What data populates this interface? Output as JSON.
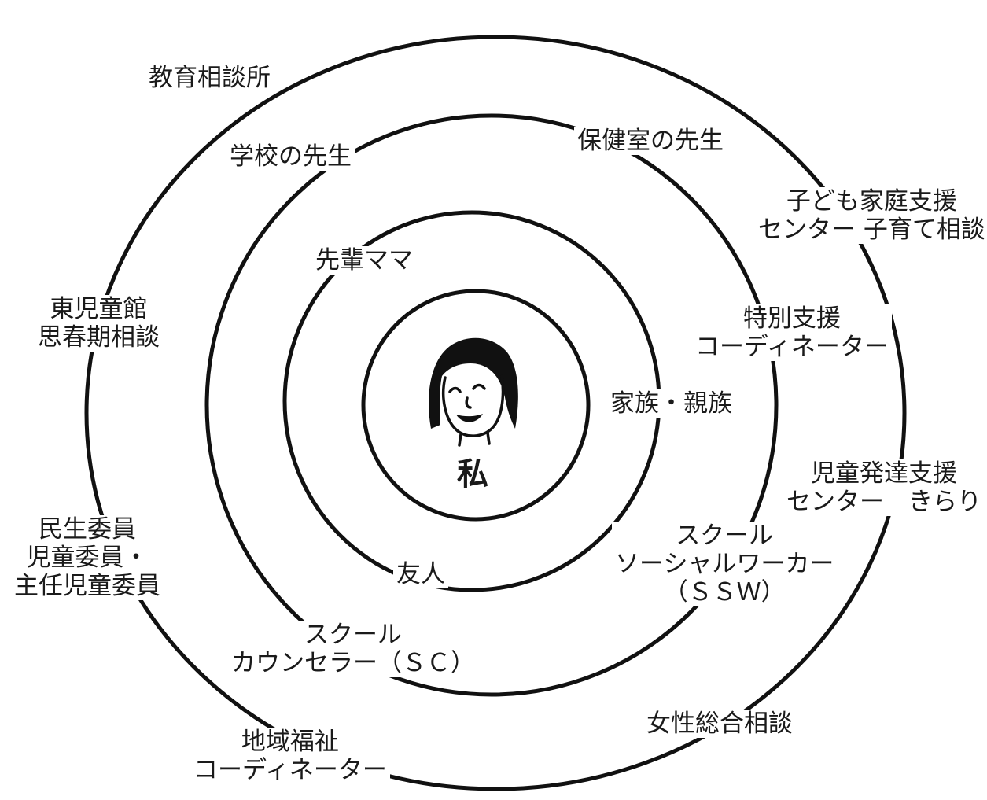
{
  "center": {
    "label": "私"
  },
  "rings": {
    "ring1": {
      "labels": {
        "family": "家族・親族",
        "friends": "友人",
        "senior_moms": "先輩ママ"
      }
    },
    "ring2": {
      "labels": {
        "school_teacher": "学校の先生",
        "nurse_teacher": "保健室の先生",
        "special_support": [
          "特別支援",
          "コーディネーター"
        ],
        "ssw": [
          "スクール",
          "ソーシャルワーカー",
          "（ＳＳＷ）"
        ],
        "sc": [
          "スクール",
          "カウンセラー（ＳＣ）"
        ]
      }
    },
    "ring3": {
      "labels": {
        "education_consult": "教育相談所",
        "child_family_center": [
          "子ども家庭支援",
          "センター 子育て相談"
        ],
        "east_childrens_hall": [
          "東児童館",
          "思春期相談"
        ],
        "child_dev_center": [
          "児童発達支援",
          "センター　きらり"
        ],
        "welfare_commissioners": [
          "民生委員",
          "児童委員・",
          "主任児童委員"
        ],
        "womens_consult": "女性総合相談",
        "community_welfare": [
          "地域福祉",
          "コーディネーター"
        ]
      }
    }
  }
}
